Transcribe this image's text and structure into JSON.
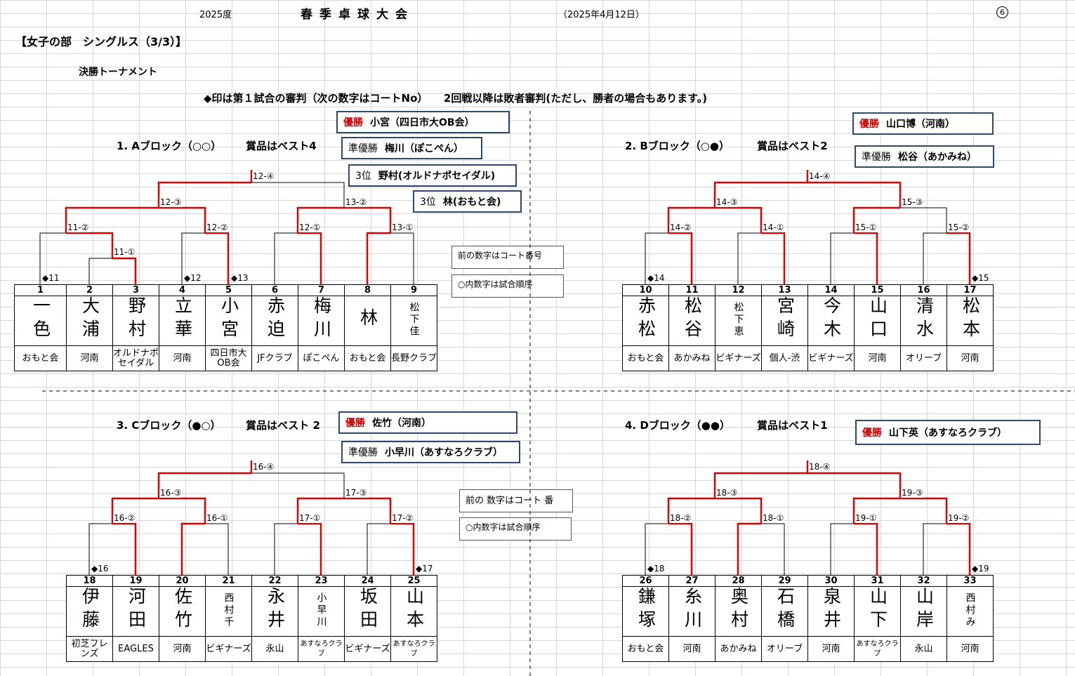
{
  "header": {
    "year": "2025度",
    "title": "春季卓球大会",
    "date": "（2025年4月12日）",
    "page_no": "6"
  },
  "section_title": "【女子の部　シングルス（3/3）】",
  "subtitle": "決勝トーナメント",
  "notice": "◆印は第１試合の審判（次の数字はコートNo）　　2回戦以降は敗者審判(ただし、勝者の場合もあります。)",
  "notes": {
    "court_note": "前の数字はコート番号",
    "order_note": "○内数字は試合順序",
    "court_note_c": "前の 数字はコート 番",
    "order_note_c": "○内数字は試合順序"
  },
  "blocks": [
    {
      "id": "A",
      "heading": "1. Aブロック（○○）",
      "prize": "賞品はベスト4",
      "awards": [
        {
          "label": "優勝",
          "text": "小宮（四日市大OB会）",
          "red": true
        },
        {
          "label": "準優勝",
          "text": "梅川（ぽこぺん）",
          "red": false
        },
        {
          "label": "3位",
          "text": "野村(オルドナポセイダル)",
          "red": false
        },
        {
          "label": "3位",
          "text": "林(おもと会)",
          "red": false
        }
      ],
      "match_labels": [
        "11-②",
        "11-①",
        "12-②",
        "12-①",
        "13-①",
        "12-③",
        "13-②",
        "12-④"
      ],
      "refs": [
        "◆11",
        "◆12",
        "◆13"
      ],
      "players": [
        {
          "no": "1",
          "name": "一色",
          "club": "おもと会"
        },
        {
          "no": "2",
          "name": "大浦",
          "club": "河南"
        },
        {
          "no": "3",
          "name": "野村",
          "club": "オルドナポ セイダル"
        },
        {
          "no": "4",
          "name": "立華",
          "club": "河南"
        },
        {
          "no": "5",
          "name": "小宮",
          "club": "四日市大 OB会"
        },
        {
          "no": "6",
          "name": "赤迫",
          "club": "JFクラブ"
        },
        {
          "no": "7",
          "name": "梅川",
          "club": "ぽこぺん"
        },
        {
          "no": "8",
          "name": "林",
          "club": "おもと会"
        },
        {
          "no": "9",
          "name": "松下佳",
          "club": "長野クラブ"
        }
      ]
    },
    {
      "id": "B",
      "heading": "2. Bブロック（○●）",
      "prize": "賞品はベスト2",
      "awards": [
        {
          "label": "優勝",
          "text": "山口博（河南）",
          "red": true
        },
        {
          "label": "準優勝",
          "text": "松谷（あかみね）",
          "red": false
        }
      ],
      "match_labels": [
        "14-②",
        "14-①",
        "15-①",
        "15-②",
        "14-③",
        "15-③",
        "14-④"
      ],
      "refs": [
        "◆14",
        "◆15"
      ],
      "players": [
        {
          "no": "10",
          "name": "赤松",
          "club": "おもと会"
        },
        {
          "no": "11",
          "name": "松谷",
          "club": "あかみね"
        },
        {
          "no": "12",
          "name": "松下恵",
          "club": "ビギナーズ"
        },
        {
          "no": "13",
          "name": "宮崎",
          "club": "個人-渋"
        },
        {
          "no": "14",
          "name": "今木",
          "club": "ビギナーズ"
        },
        {
          "no": "15",
          "name": "山口",
          "club": "河南"
        },
        {
          "no": "16",
          "name": "清水",
          "club": "オリーブ"
        },
        {
          "no": "17",
          "name": "松本",
          "club": "河南"
        }
      ]
    },
    {
      "id": "C",
      "heading": "3. Cブロック（●○）",
      "prize": "賞品はベスト 2",
      "awards": [
        {
          "label": "優勝",
          "text": "佐竹（河南）",
          "red": true
        },
        {
          "label": "準優勝",
          "text": "小早川（あすなろクラブ）",
          "red": false
        }
      ],
      "match_labels": [
        "16-②",
        "16-①",
        "17-①",
        "17-②",
        "16-③",
        "17-③",
        "16-④"
      ],
      "refs": [
        "◆16",
        "◆17"
      ],
      "players": [
        {
          "no": "18",
          "name": "伊藤",
          "club": "初芝フレンズ"
        },
        {
          "no": "19",
          "name": "河田",
          "club": "EAGLES"
        },
        {
          "no": "20",
          "name": "佐竹",
          "club": "河南"
        },
        {
          "no": "21",
          "name": "西村千",
          "club": "ビギナーズ"
        },
        {
          "no": "22",
          "name": "永井",
          "club": "永山"
        },
        {
          "no": "23",
          "name": "小早川",
          "club": "あすなろクラブ"
        },
        {
          "no": "24",
          "name": "坂田",
          "club": "ビギナーズ"
        },
        {
          "no": "25",
          "name": "山本",
          "club": "あすなろクラブ"
        }
      ]
    },
    {
      "id": "D",
      "heading": "4. Dブロック（●●）",
      "prize": "賞品はベスト1",
      "awards": [
        {
          "label": "優勝",
          "text": "山下英（あすなろクラブ）",
          "red": true
        }
      ],
      "match_labels": [
        "18-②",
        "18-①",
        "19-①",
        "19-②",
        "18-③",
        "19-③",
        "18-④"
      ],
      "refs": [
        "◆18",
        "◆19"
      ],
      "players": [
        {
          "no": "26",
          "name": "鎌塚",
          "club": "おもと会"
        },
        {
          "no": "27",
          "name": "糸川",
          "club": "河南"
        },
        {
          "no": "28",
          "name": "奥村",
          "club": "あかみね"
        },
        {
          "no": "29",
          "name": "石橋",
          "club": "オリーブ"
        },
        {
          "no": "30",
          "name": "泉井",
          "club": "河南"
        },
        {
          "no": "31",
          "name": "山下",
          "club": "あすなろクラブ"
        },
        {
          "no": "32",
          "name": "山岸",
          "club": "永山"
        },
        {
          "no": "33",
          "name": "西村み",
          "club": "河南"
        }
      ]
    }
  ]
}
